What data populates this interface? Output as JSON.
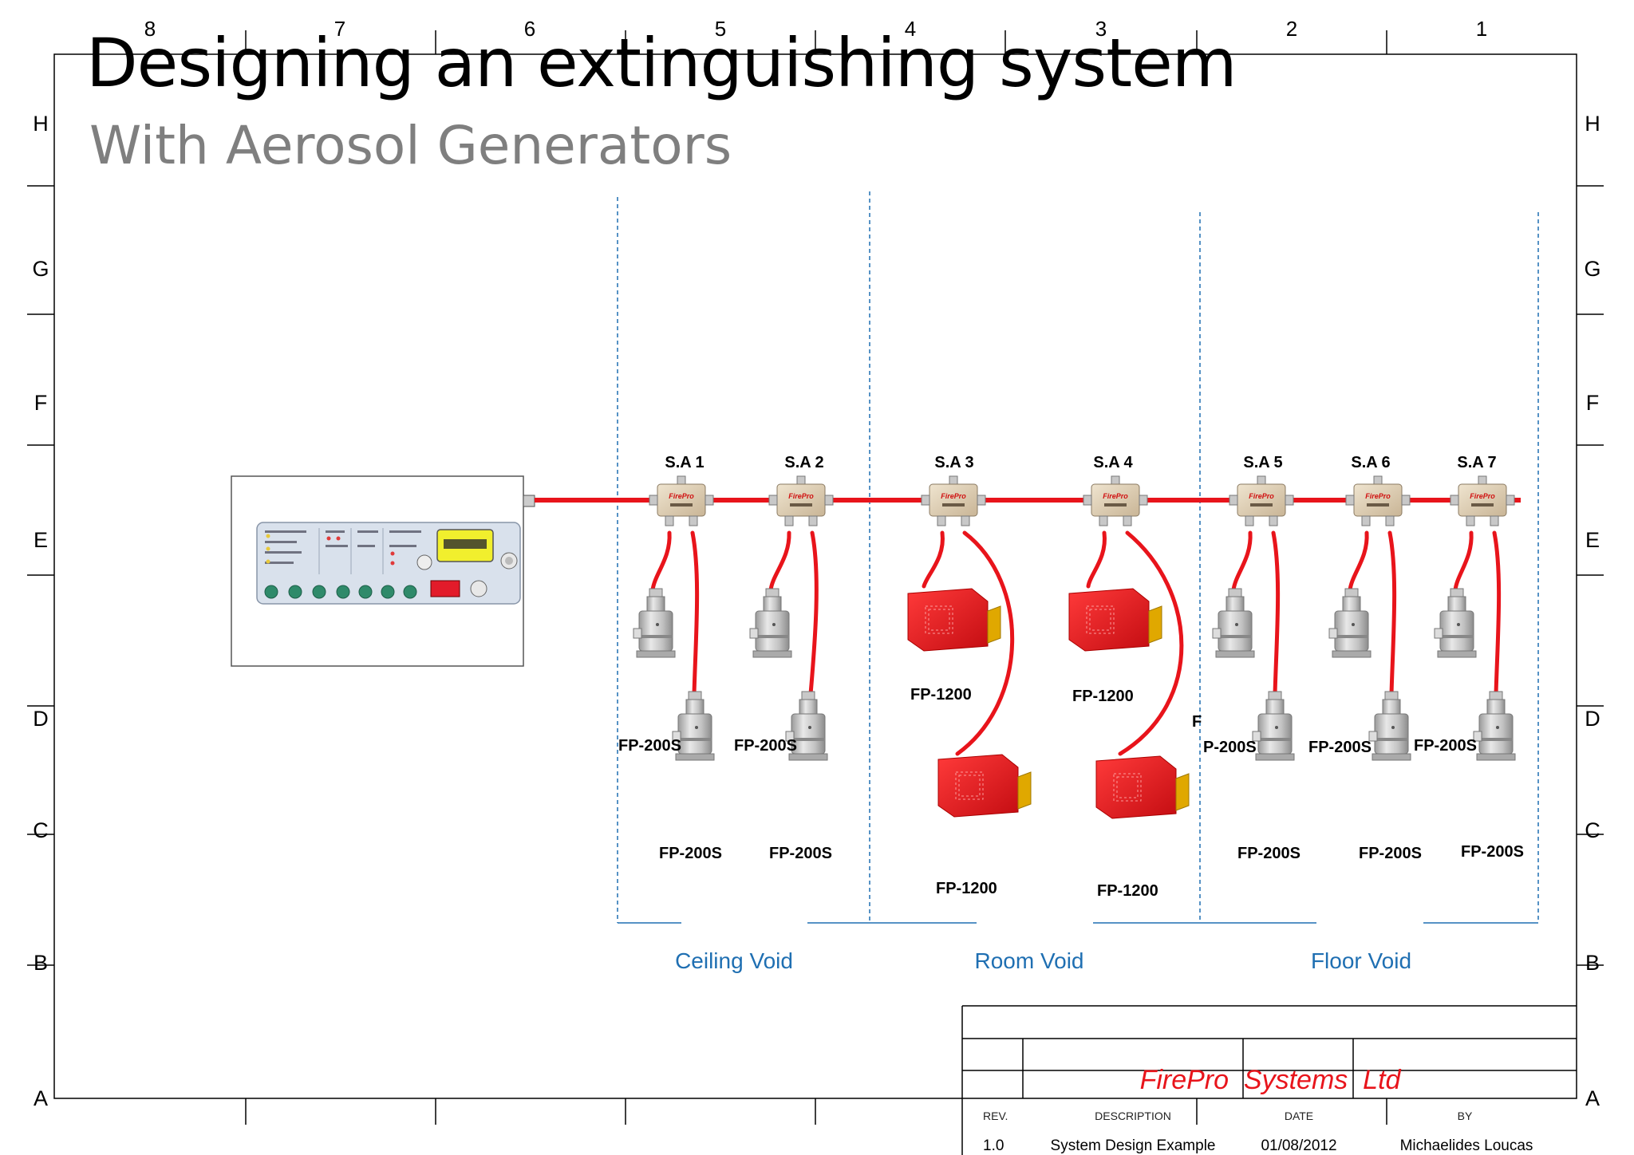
{
  "title": "Designing an extinguishing system",
  "subtitle": "With Aerosol Generators",
  "frame": {
    "column_labels": [
      "8",
      "7",
      "6",
      "5",
      "4",
      "3",
      "2",
      "1"
    ],
    "row_labels": [
      "H",
      "G",
      "F",
      "E",
      "D",
      "C",
      "B",
      "A"
    ]
  },
  "diagram": {
    "splitters": [
      "S.A 1",
      "S.A 2",
      "S.A 3",
      "S.A 4",
      "S.A 5",
      "S.A 6",
      "S.A 7"
    ],
    "splitter_brand": "FirePro",
    "labels": {
      "fp200_upper_1": "FP-200S",
      "fp200_upper_2": "FP-200S",
      "fp200_lower_1": "FP-200S",
      "fp200_lower_2": "FP-200S",
      "fp1200_upper_1": "FP-1200",
      "fp1200_upper_2": "FP-1200",
      "fp1200_lower_1": "FP-1200",
      "fp1200_lower_2": "FP-1200",
      "stray_f": "F",
      "fp200_upper_5": "P-200S",
      "fp200_upper_6": "FP-200S",
      "fp200_upper_7": "FP-200S",
      "fp200_lower_5": "FP-200S",
      "fp200_lower_6": "FP-200S",
      "fp200_lower_7": "FP-200S"
    },
    "zones": [
      "Ceiling Void",
      "Room Void",
      "Floor Void"
    ],
    "colors": {
      "cable": "#e8141b",
      "zone": "#1f6fb2",
      "generator": "#e31b23"
    }
  },
  "title_block": {
    "company": "FirePro  Systems  Ltd",
    "headers": {
      "rev": "REV.",
      "description": "DESCRIPTION",
      "date": "DATE",
      "by": "BY"
    },
    "row": {
      "rev": "1.0",
      "description": "System Design Example",
      "date": "01/08/2012",
      "by": "Michaelides Loucas"
    }
  }
}
